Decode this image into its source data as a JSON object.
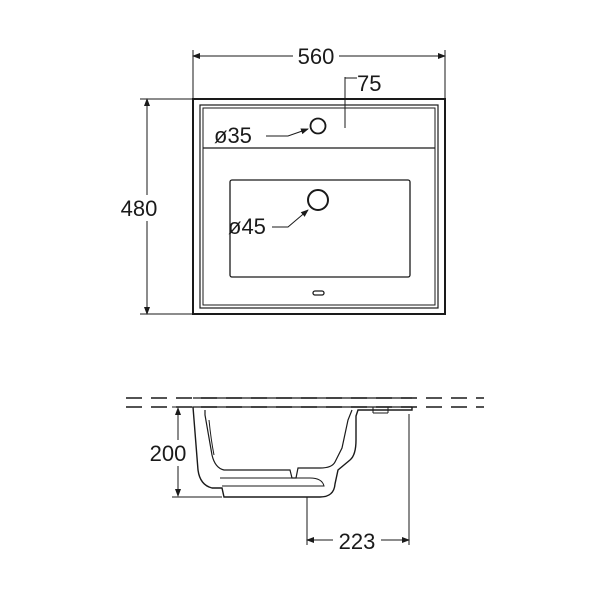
{
  "top_view": {
    "width_label": "560",
    "height_label": "480",
    "tap_offset_label": "75",
    "tap_hole_label": "ø35",
    "drain_hole_label": "ø45"
  },
  "side_view": {
    "depth_label": "200",
    "drain_offset_label": "223"
  },
  "colors": {
    "stroke": "#1a1a1a",
    "background": "#ffffff"
  }
}
